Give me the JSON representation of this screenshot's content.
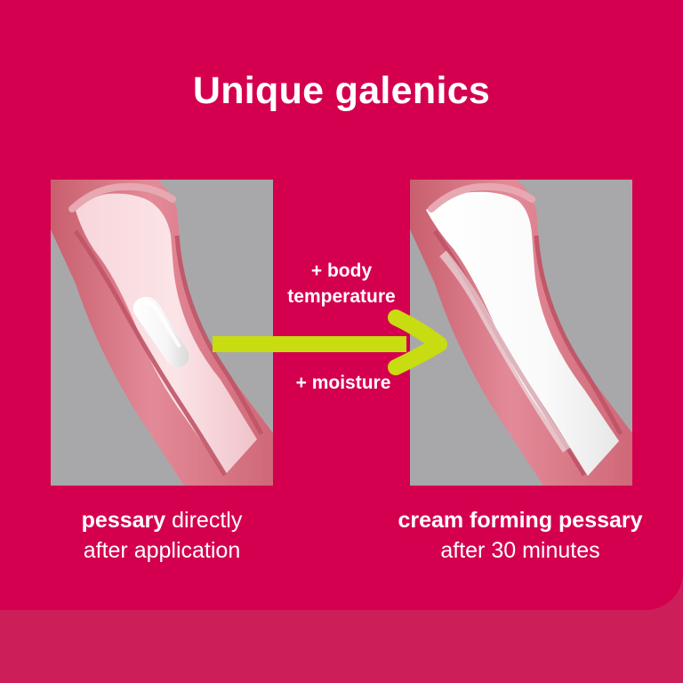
{
  "header": {
    "title": "Unique galenics"
  },
  "left_panel": {
    "caption_bold": "pessary",
    "caption_line1_rest": " directly",
    "caption_line2": "after application"
  },
  "right_panel": {
    "caption_bold": "cream forming pessary",
    "caption_line2": "after 30 minutes"
  },
  "middle": {
    "top_line1": "+ body",
    "top_line2": "temperature",
    "bottom_line": "+ moisture"
  },
  "colors": {
    "background": "#d4004f",
    "bottom_band": "#cc1f5a",
    "arrow": "#c8dc12",
    "panel_gray": "#a8a8aa",
    "tissue": "#d77b89",
    "inner_surface": "#f4c6cd",
    "cream": "#ffffff"
  },
  "icons": {
    "arrow": "right-arrow-icon"
  }
}
